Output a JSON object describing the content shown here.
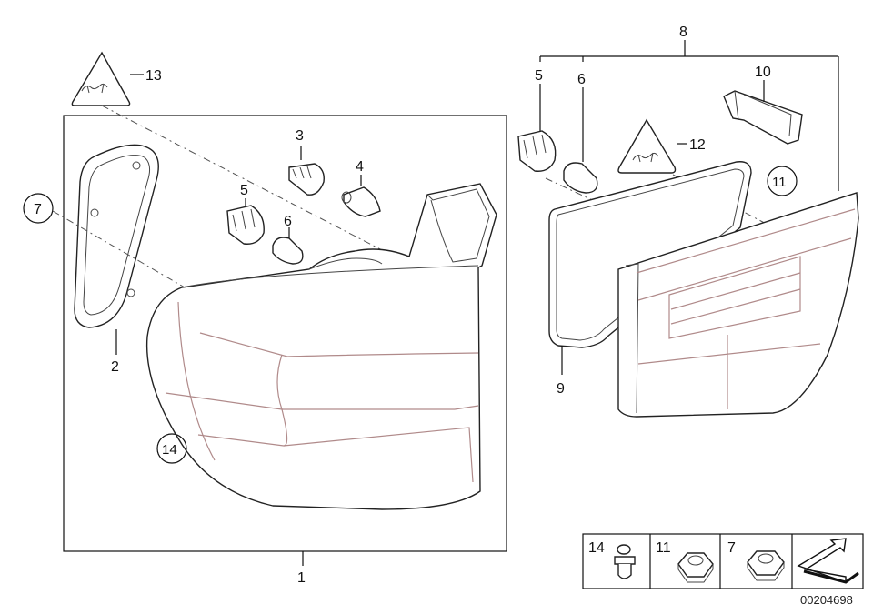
{
  "diagram": {
    "callouts": {
      "c1": "1",
      "c2": "2",
      "c3": "3",
      "c4": "4",
      "c5a": "5",
      "c6a": "6",
      "c7a": "7",
      "c8": "8",
      "c5b": "5",
      "c6b": "6",
      "c9": "9",
      "c10": "10",
      "c11a": "11",
      "c12": "12",
      "c13": "13",
      "c14a": "14"
    },
    "legend": {
      "items": [
        {
          "label": "14",
          "icon": "push-rivet-icon"
        },
        {
          "label": "11",
          "icon": "hex-nut-icon"
        },
        {
          "label": "7",
          "icon": "hex-nut-icon"
        },
        {
          "label": "",
          "icon": "direction-arrow-icon"
        }
      ]
    },
    "document_number": "00204698"
  }
}
